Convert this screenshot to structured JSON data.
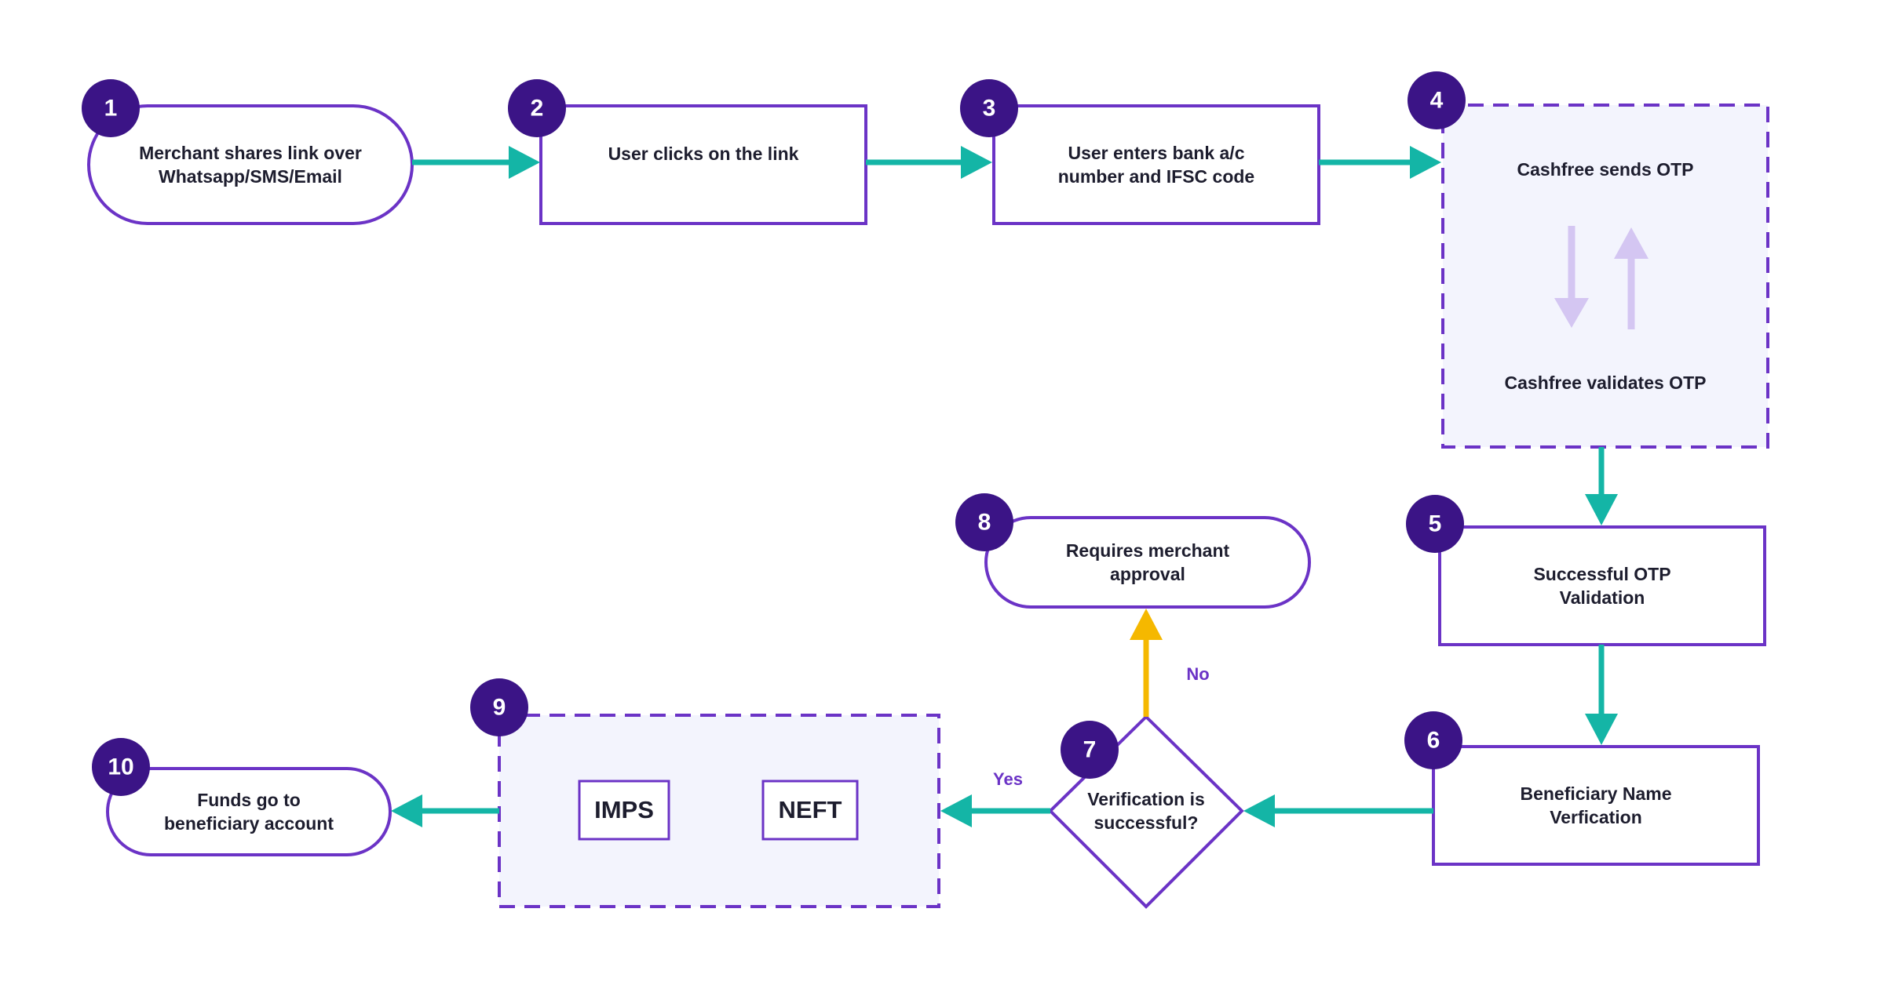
{
  "colors": {
    "node_border": "#6b33c6",
    "badge_fill": "#3b1486",
    "badge_text": "#ffffff",
    "flow_arrow": "#14b5a6",
    "no_arrow": "#f5b800",
    "group_fill": "#f3f4fd",
    "otp_arrows": "#d4c6f2",
    "branch_text": "#6b33c6"
  },
  "steps": [
    {
      "number": "1",
      "label": "Merchant shares link over\nWhatsapp/SMS/Email",
      "shape": "rounded"
    },
    {
      "number": "2",
      "label": "User clicks on the link",
      "shape": "rectangle"
    },
    {
      "number": "3",
      "label": "User enters bank a/c\nnumber and IFSC code",
      "shape": "rectangle"
    },
    {
      "number": "4",
      "label_top": "Cashfree sends OTP",
      "label_bottom": "Cashfree validates OTP",
      "shape": "dashed-group",
      "icon": "up-down-arrows-icon"
    },
    {
      "number": "5",
      "label": "Successful OTP\nValidation",
      "shape": "rectangle"
    },
    {
      "number": "6",
      "label": "Beneficiary Name\nVerfication",
      "shape": "rectangle"
    },
    {
      "number": "7",
      "label": "Verification is\nsuccessful?",
      "shape": "diamond"
    },
    {
      "number": "8",
      "label": "Requires merchant\napproval",
      "shape": "rounded"
    },
    {
      "number": "9",
      "options": [
        "IMPS",
        "NEFT"
      ],
      "shape": "dashed-group"
    },
    {
      "number": "10",
      "label": "Funds go to\nbeneficiary account",
      "shape": "rounded"
    }
  ],
  "branches": {
    "yes": "Yes",
    "no": "No"
  }
}
